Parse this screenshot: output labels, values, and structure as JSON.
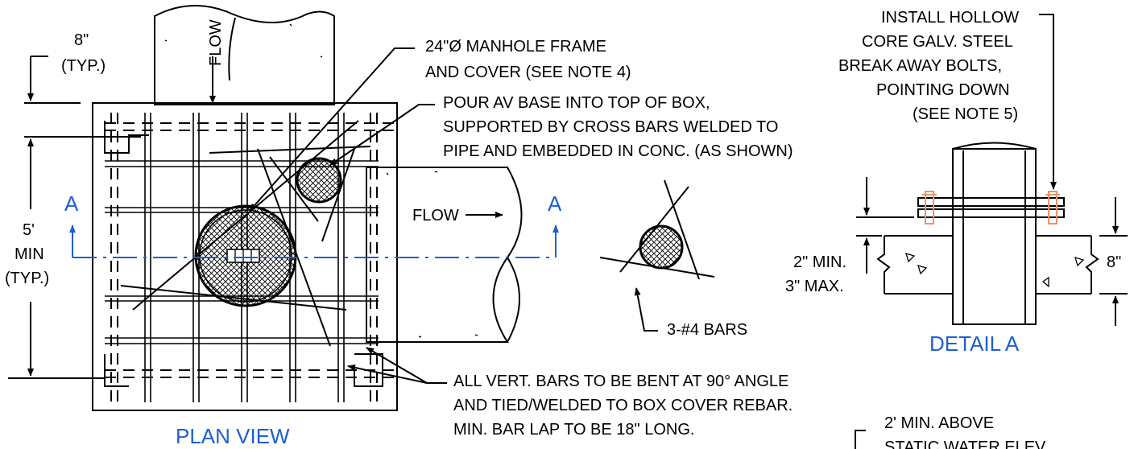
{
  "plan_view": {
    "title": "PLAN VIEW",
    "flow_top": "FLOW",
    "flow_right": "FLOW",
    "section_left": "A",
    "section_right": "A",
    "dim_8_line1": "8\"",
    "dim_8_line2": "(TYP.)",
    "dim_5_line1": "5'",
    "dim_5_line2": "MIN",
    "dim_5_line3": "(TYP.)"
  },
  "callouts": {
    "manhole_line1": "24\"Ø MANHOLE FRAME",
    "manhole_line2": "AND COVER (SEE NOTE 4)",
    "av_base_line1": "POUR AV BASE INTO TOP OF BOX,",
    "av_base_line2": "SUPPORTED BY CROSS BARS WELDED TO",
    "av_base_line3": "PIPE AND EMBEDDED IN CONC. (AS SHOWN)",
    "bars_label": "3-#4 BARS",
    "vert_bars_line1": "ALL VERT. BARS TO BE BENT AT 90° ANGLE",
    "vert_bars_line2": "AND TIED/WELDED TO BOX COVER REBAR.",
    "vert_bars_line3": "MIN. BAR LAP TO BE 18\" LONG."
  },
  "detail_a": {
    "title": "DETAIL A",
    "bolts_line1": "INSTALL HOLLOW",
    "bolts_line2": "CORE GALV. STEEL",
    "bolts_line3": "BREAK AWAY BOLTS,",
    "bolts_line4": "POINTING DOWN",
    "bolts_line5": "(SEE NOTE 5)",
    "dim_min": "2\" MIN.",
    "dim_max": "3\" MAX.",
    "dim_thick": "8\"",
    "elev_line1": "2' MIN. ABOVE",
    "elev_line2": "STATIC WATER ELEV."
  },
  "colors": {
    "line": "#000000",
    "accent_blue": "#1f5fd0",
    "bolt_orange": "#e8956a",
    "background": "#ffffff"
  }
}
